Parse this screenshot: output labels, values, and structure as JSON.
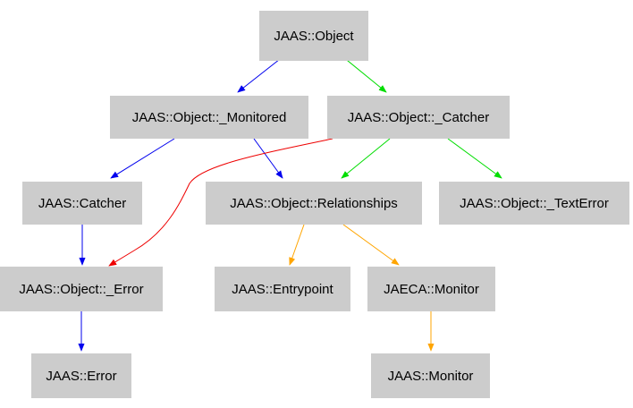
{
  "diagram": {
    "colors": {
      "node_fill": "#cccccc",
      "text": "#000000",
      "blue": "#0000ee",
      "green": "#00dd00",
      "red": "#ee0000",
      "orange": "#ffa500"
    },
    "nodes": [
      {
        "id": "object",
        "label": "JAAS::Object"
      },
      {
        "id": "monitored",
        "label": "JAAS::Object::_Monitored"
      },
      {
        "id": "catcher_obj",
        "label": "JAAS::Object::_Catcher"
      },
      {
        "id": "catcher",
        "label": "JAAS::Catcher"
      },
      {
        "id": "relationships",
        "label": "JAAS::Object::Relationships"
      },
      {
        "id": "texterror",
        "label": "JAAS::Object::_TextError"
      },
      {
        "id": "error_obj",
        "label": "JAAS::Object::_Error"
      },
      {
        "id": "entrypoint",
        "label": "JAAS::Entrypoint"
      },
      {
        "id": "jaeca_monitor",
        "label": "JAECA::Monitor"
      },
      {
        "id": "error",
        "label": "JAAS::Error"
      },
      {
        "id": "monitor",
        "label": "JAAS::Monitor"
      }
    ],
    "edges": [
      {
        "from": "object",
        "to": "monitored",
        "color": "blue"
      },
      {
        "from": "object",
        "to": "catcher_obj",
        "color": "green"
      },
      {
        "from": "monitored",
        "to": "catcher",
        "color": "blue"
      },
      {
        "from": "monitored",
        "to": "relationships",
        "color": "blue"
      },
      {
        "from": "catcher_obj",
        "to": "relationships",
        "color": "green"
      },
      {
        "from": "catcher_obj",
        "to": "texterror",
        "color": "green"
      },
      {
        "from": "catcher_obj",
        "to": "error_obj",
        "color": "red"
      },
      {
        "from": "catcher",
        "to": "error_obj",
        "color": "blue"
      },
      {
        "from": "relationships",
        "to": "entrypoint",
        "color": "orange"
      },
      {
        "from": "relationships",
        "to": "jaeca_monitor",
        "color": "orange"
      },
      {
        "from": "error_obj",
        "to": "error",
        "color": "blue"
      },
      {
        "from": "jaeca_monitor",
        "to": "monitor",
        "color": "orange"
      }
    ]
  }
}
